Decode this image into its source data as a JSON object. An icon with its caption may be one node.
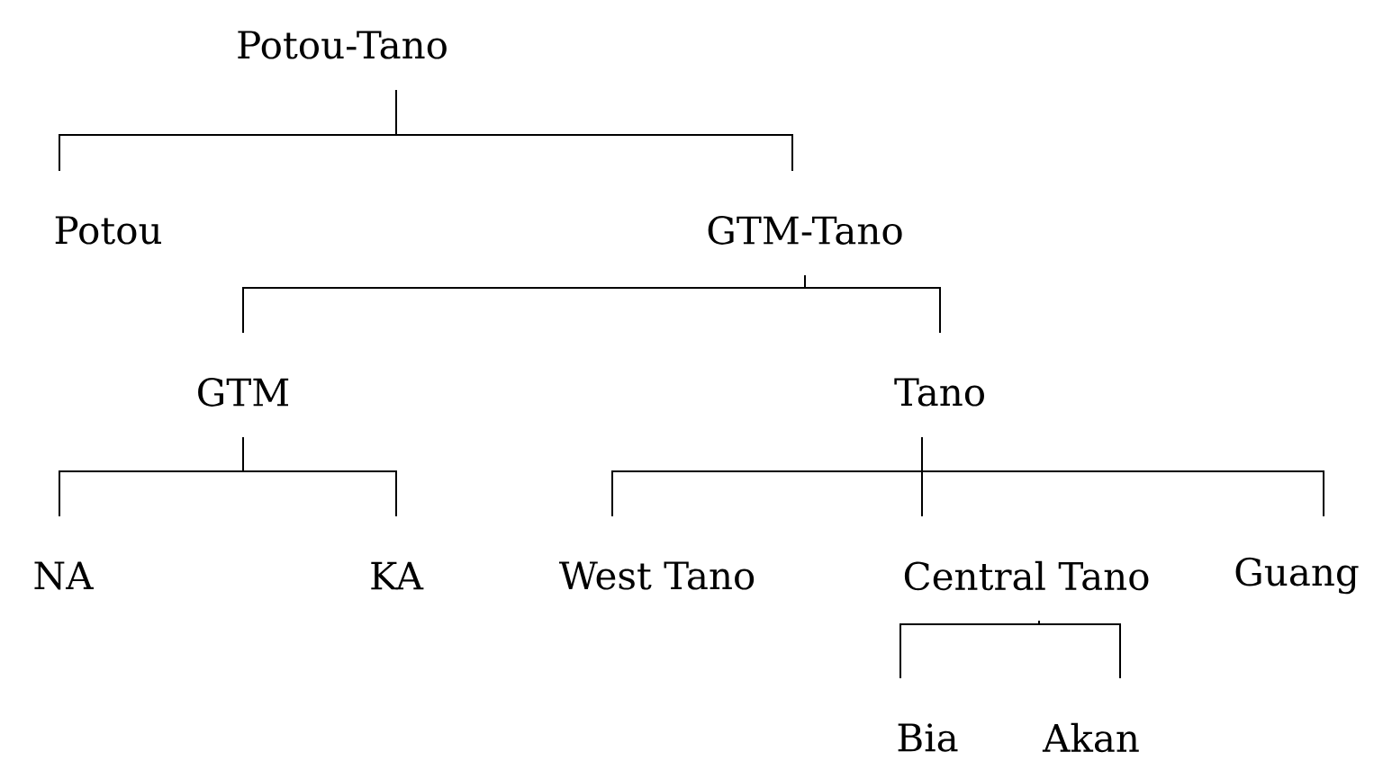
{
  "diagram": {
    "nodes": [
      {
        "text": [
          "Potou-Tano"
        ]
      },
      {
        "text": [
          "Potou"
        ]
      },
      {
        "text": [
          "GTM-Tano"
        ]
      },
      {
        "text": [
          "GTM"
        ]
      },
      {
        "text": [
          "Tano"
        ]
      },
      {
        "text": [
          "NA"
        ]
      },
      {
        "text": [
          "KA"
        ]
      },
      {
        "text": [
          "West Tano"
        ]
      },
      {
        "text": [
          "Central Tano"
        ]
      },
      {
        "text": [
          "Guang"
        ]
      },
      {
        "text": [
          "Bia"
        ]
      },
      {
        "text": [
          "Akan"
        ]
      }
    ],
    "edges": [
      {
        "from": 0,
        "to": 1,
        "arrow": "none"
      },
      {
        "from": 0,
        "to": 2,
        "arrow": "none"
      },
      {
        "from": 2,
        "to": 3,
        "arrow": "none"
      },
      {
        "from": 2,
        "to": 4,
        "arrow": "none"
      },
      {
        "from": 3,
        "to": 5,
        "arrow": "none"
      },
      {
        "from": 3,
        "to": 6,
        "arrow": "none"
      },
      {
        "from": 4,
        "to": 7,
        "arrow": "none"
      },
      {
        "from": 4,
        "to": 8,
        "arrow": "none"
      },
      {
        "from": 4,
        "to": 9,
        "arrow": "none"
      },
      {
        "from": 8,
        "to": 10,
        "arrow": "none"
      },
      {
        "from": 8,
        "to": 11,
        "arrow": "none"
      }
    ]
  }
}
